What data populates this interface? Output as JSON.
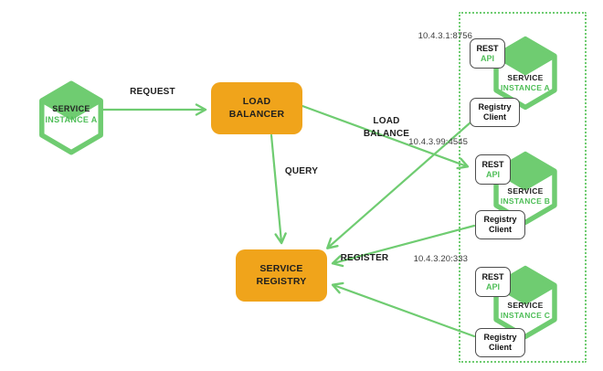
{
  "palette": {
    "green": "#6FCC71",
    "green_text": "#4FBE58",
    "orange": "#F0A41B",
    "text_dark": "#1F1F1F",
    "box_border": "#4D4D4D"
  },
  "client_instance": {
    "service": "SERVICE",
    "instance": "INSTANCE A"
  },
  "load_balancer": {
    "label": "LOAD\nBALANCER"
  },
  "service_registry": {
    "label": "SERVICE\nREGISTRY"
  },
  "edges": {
    "request": "REQUEST",
    "query": "QUERY",
    "load_balance": "LOAD\nBALANCE",
    "register": "REGISTER"
  },
  "registry_zone": {
    "instances": [
      {
        "ip": "10.4.3.1:8756",
        "rest": "REST",
        "api": "API",
        "service": "SERVICE",
        "instance": "INSTANCE A",
        "registry_client": "Registry\nClient"
      },
      {
        "ip": "10.4.3.99:4545",
        "rest": "REST",
        "api": "API",
        "service": "SERVICE",
        "instance": "INSTANCE B",
        "registry_client": "Registry\nClient"
      },
      {
        "ip": "10.4.3.20:333",
        "rest": "REST",
        "api": "API",
        "service": "SERVICE",
        "instance": "INSTANCE C",
        "registry_client": "Registry\nClient"
      }
    ]
  }
}
